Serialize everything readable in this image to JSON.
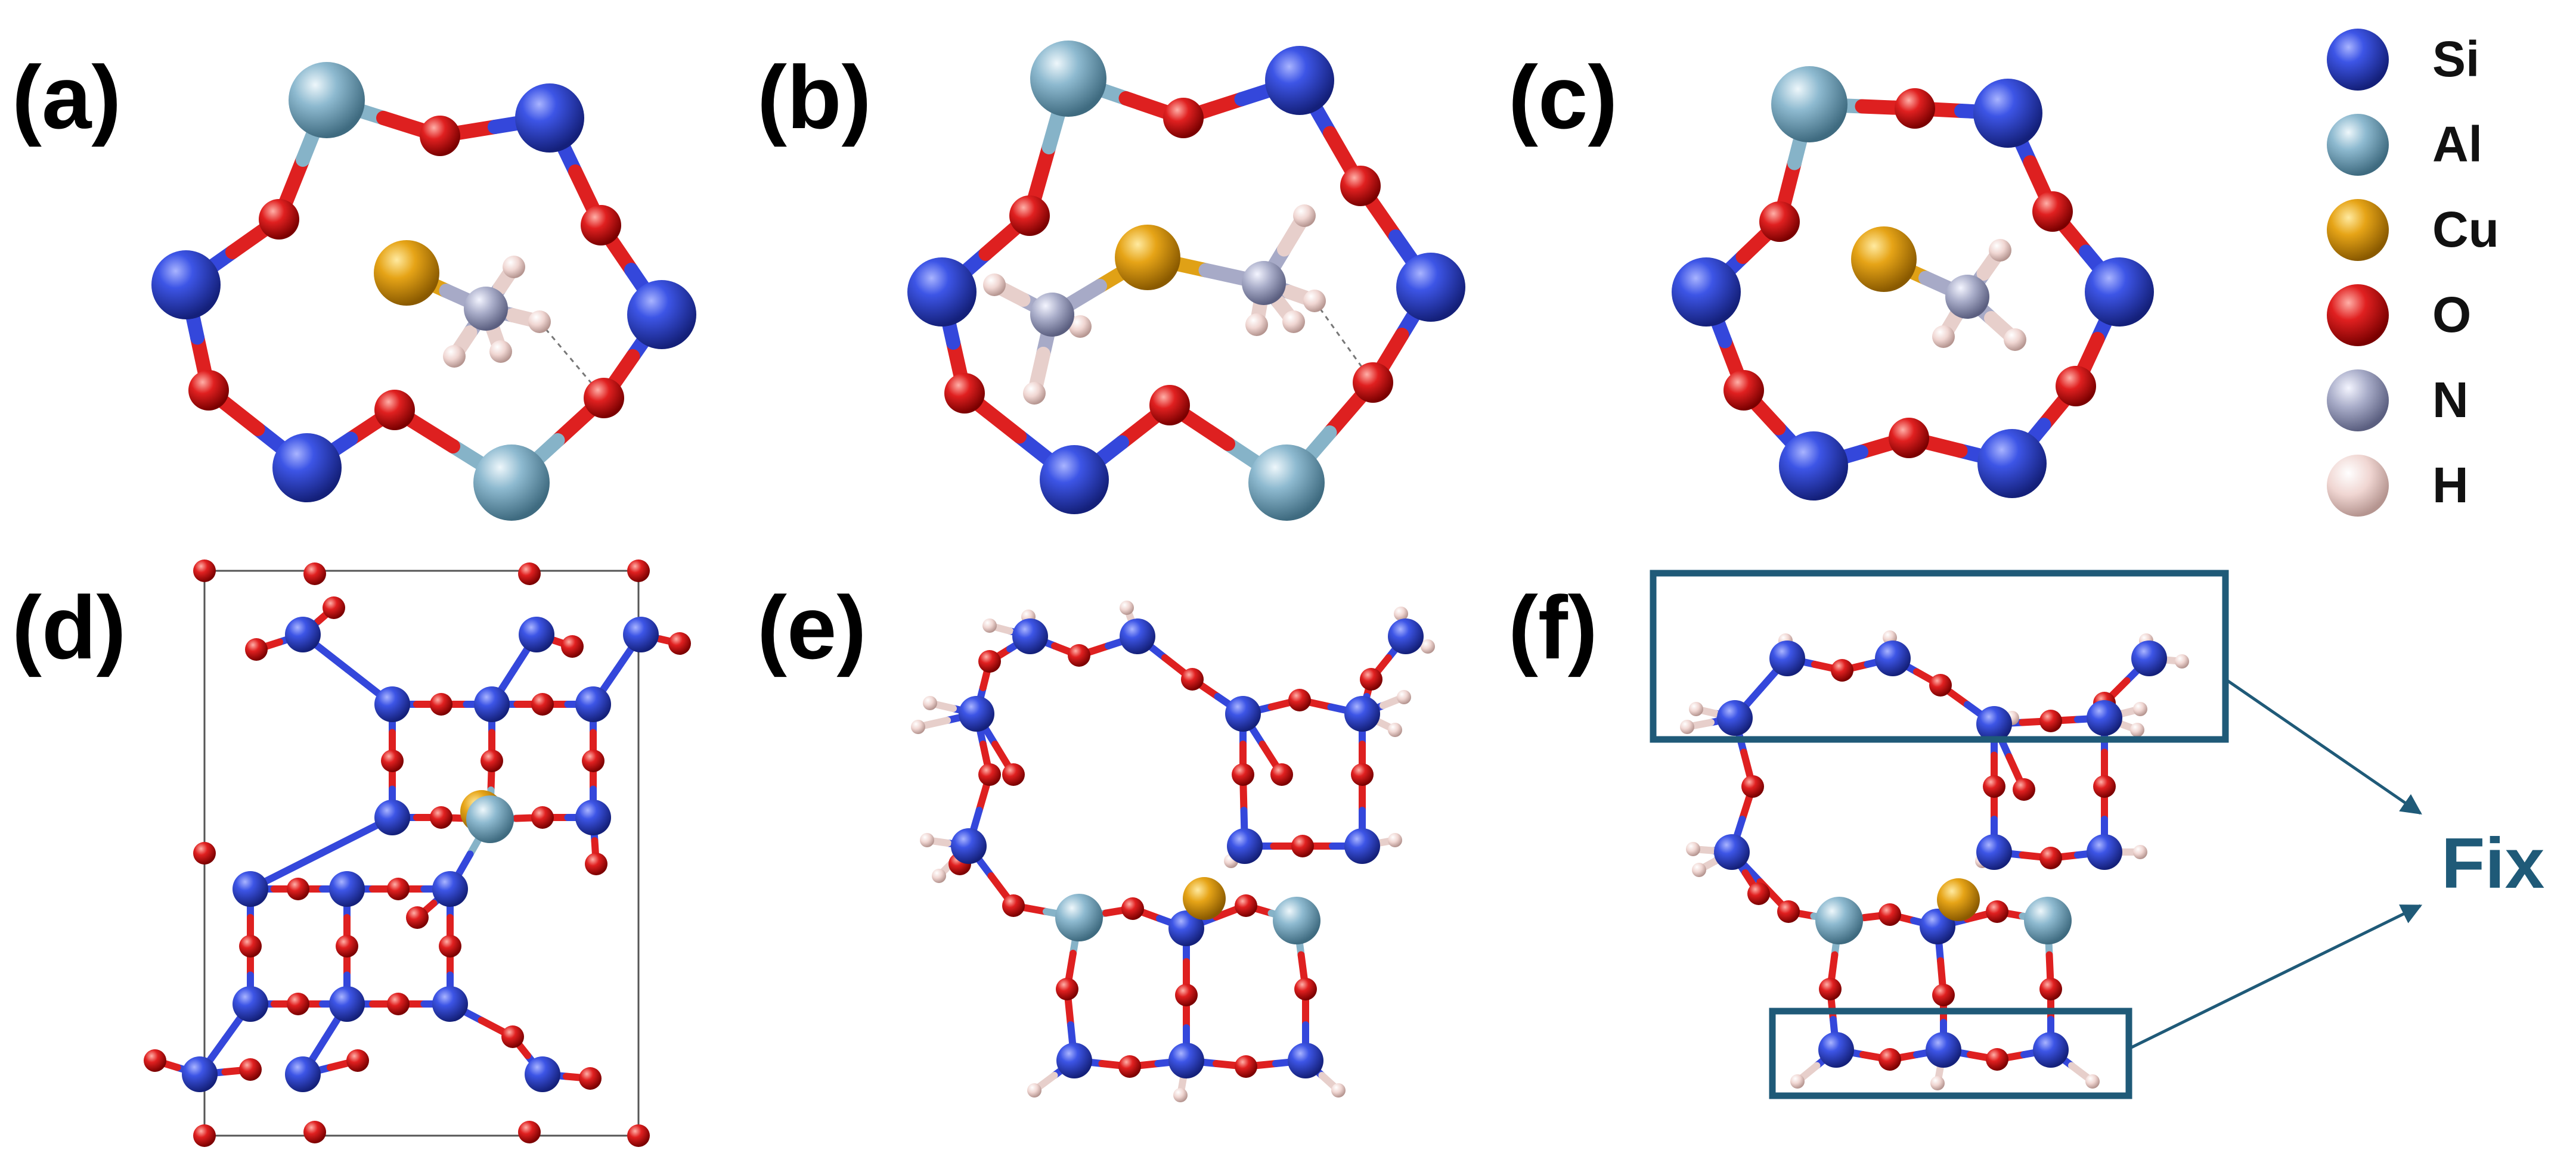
{
  "panels": {
    "a": {
      "label": "(a)"
    },
    "b": {
      "label": "(b)"
    },
    "c": {
      "label": "(c)"
    },
    "d": {
      "label": "(d)"
    },
    "e": {
      "label": "(e)"
    },
    "f": {
      "label": "(f)"
    }
  },
  "legend": [
    {
      "symbol": "Si",
      "color": "#2f45d6"
    },
    {
      "symbol": "Al",
      "color": "#86b3c8"
    },
    {
      "symbol": "Cu",
      "color": "#e0a116"
    },
    {
      "symbol": "O",
      "color": "#d81c1c"
    },
    {
      "symbol": "N",
      "color": "#a7aac7"
    },
    {
      "symbol": "H",
      "color": "#eed2cf"
    }
  ],
  "annotation": {
    "fix_label": "Fix",
    "color": "#1f5a78"
  }
}
